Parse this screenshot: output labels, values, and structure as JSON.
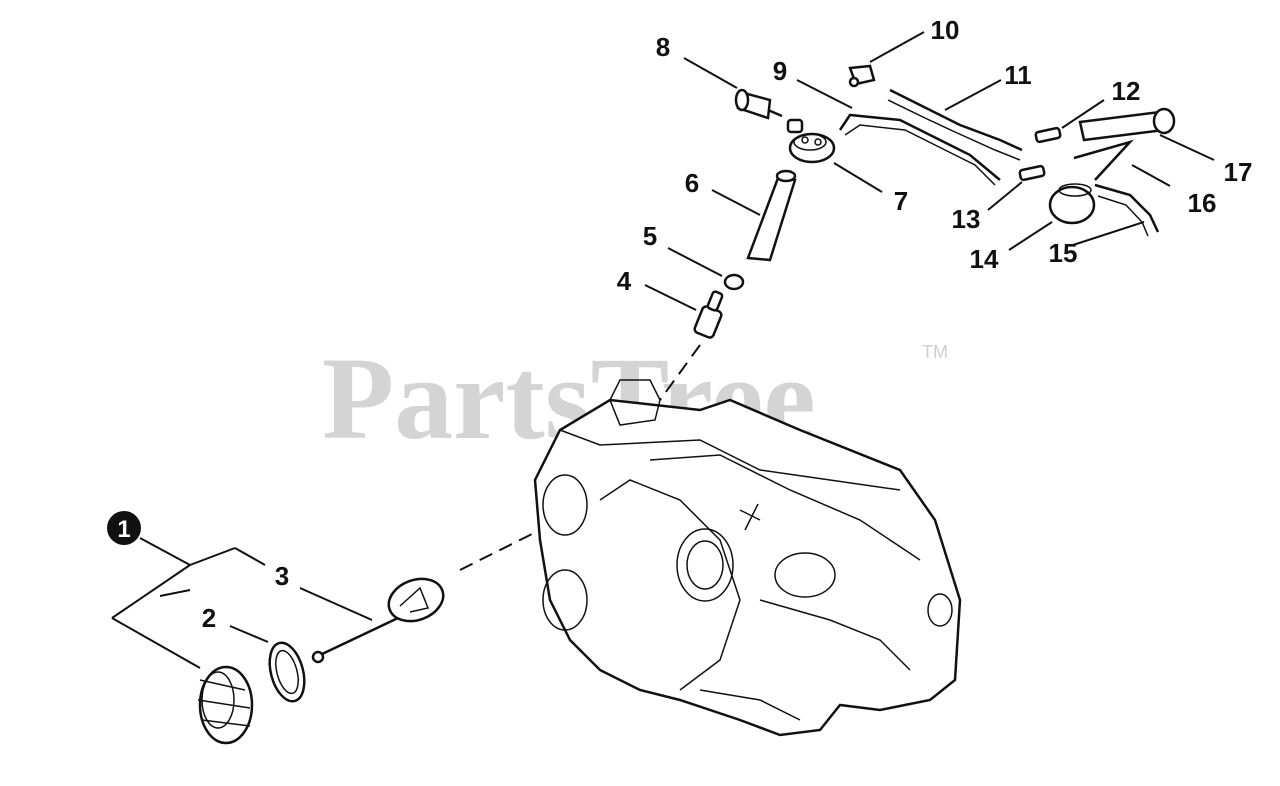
{
  "watermark": {
    "text": "PartsTree",
    "trademark": "TM"
  },
  "callouts": {
    "c1": "1",
    "c2": "2",
    "c3": "3",
    "c4": "4",
    "c5": "5",
    "c6": "6",
    "c7": "7",
    "c8": "8",
    "c9": "9",
    "c10": "10",
    "c11": "11",
    "c12": "12",
    "c13": "13",
    "c14": "14",
    "c15": "15",
    "c16": "16",
    "c17": "17"
  }
}
